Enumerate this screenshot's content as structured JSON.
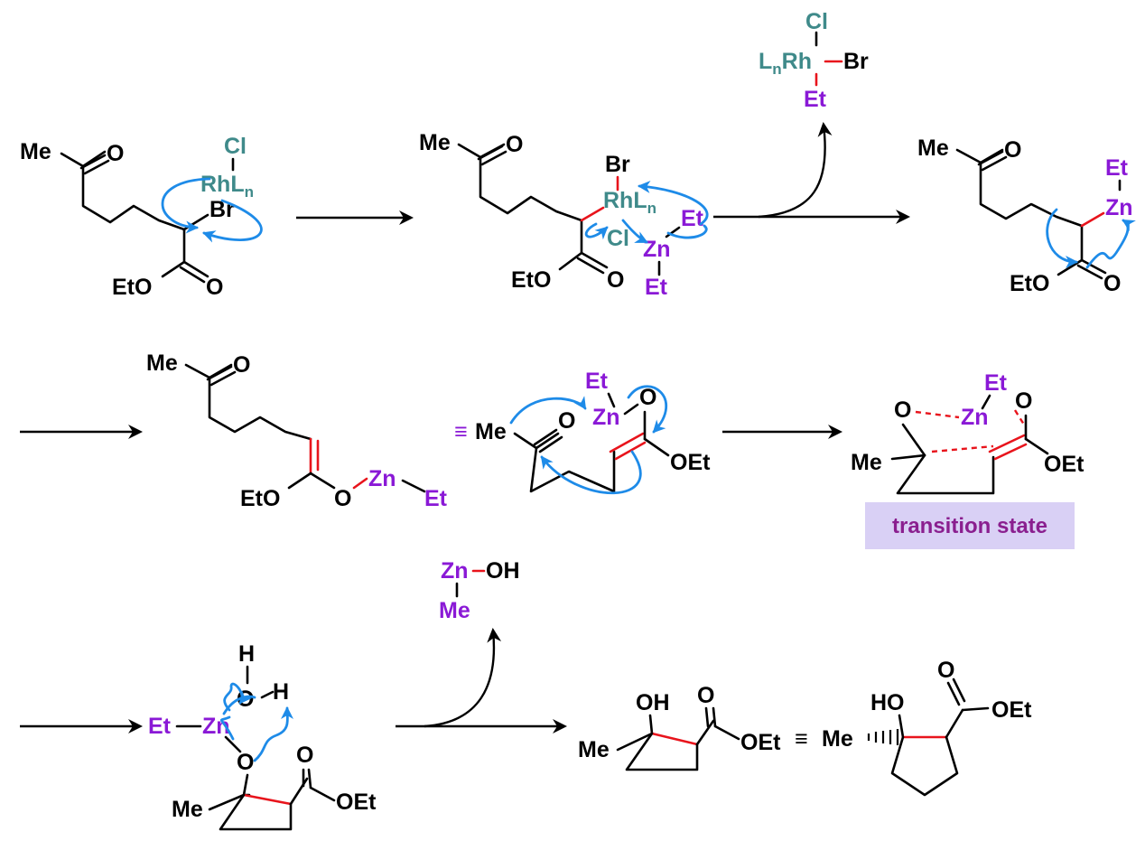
{
  "labels": {
    "me": "Me",
    "o": "O",
    "eto": "EtO",
    "oet": "OEt",
    "cl": "Cl",
    "br": "Br",
    "rh": "Rh",
    "rhln": "RhL",
    "ln": "L",
    "n": "n",
    "zn": "Zn",
    "et": "Et",
    "h": "H",
    "oh": "OH",
    "ho": "HO",
    "equiv": "≡",
    "transition_state": "transition state"
  },
  "colors": {
    "carbon_text": "#000000",
    "rhodium_ligand": "#3f8a8a",
    "zinc_ethyl": "#8a19d6",
    "new_bond": "#e8141c",
    "curly_arrow": "#1e8be8",
    "ts_box": "#d9d0f5",
    "ts_text": "#8a1f8f"
  }
}
